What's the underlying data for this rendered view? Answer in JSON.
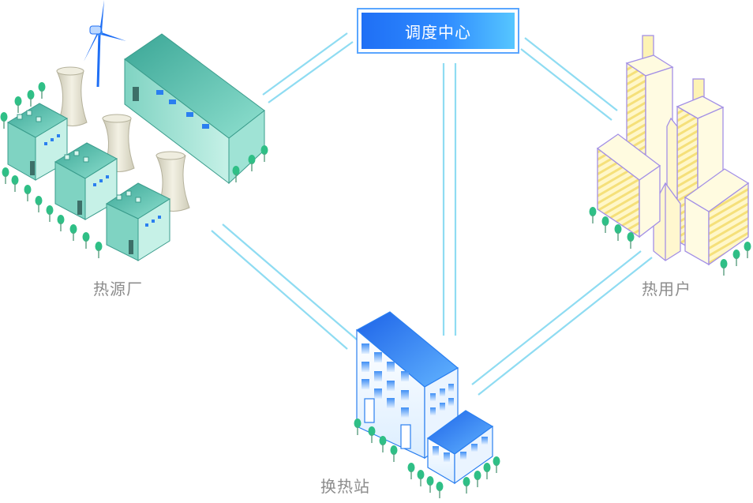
{
  "dispatch_center": {
    "label": "调度中心"
  },
  "nodes": {
    "heat_source": {
      "label": "热源厂"
    },
    "heat_user": {
      "label": "热用户"
    },
    "exchange_station": {
      "label": "换热站"
    }
  },
  "colors": {
    "link_line": "#8fdcf2",
    "dispatch_gradient_start": "#1f6ff5",
    "dispatch_gradient_end": "#56c6ff",
    "factory_green": "#4fb8a6",
    "tree_green": "#2fbf86",
    "building_blue": "#2a7ff0",
    "tower_yellow": "#fdf3b4",
    "tower_outline": "#a390e6",
    "label_gray": "#8c8c8c"
  },
  "icons": [
    "wind-turbine-icon",
    "cooling-tower-icon",
    "power-plant-icon",
    "office-building-icon",
    "skyscraper-icon",
    "tree-icon"
  ]
}
